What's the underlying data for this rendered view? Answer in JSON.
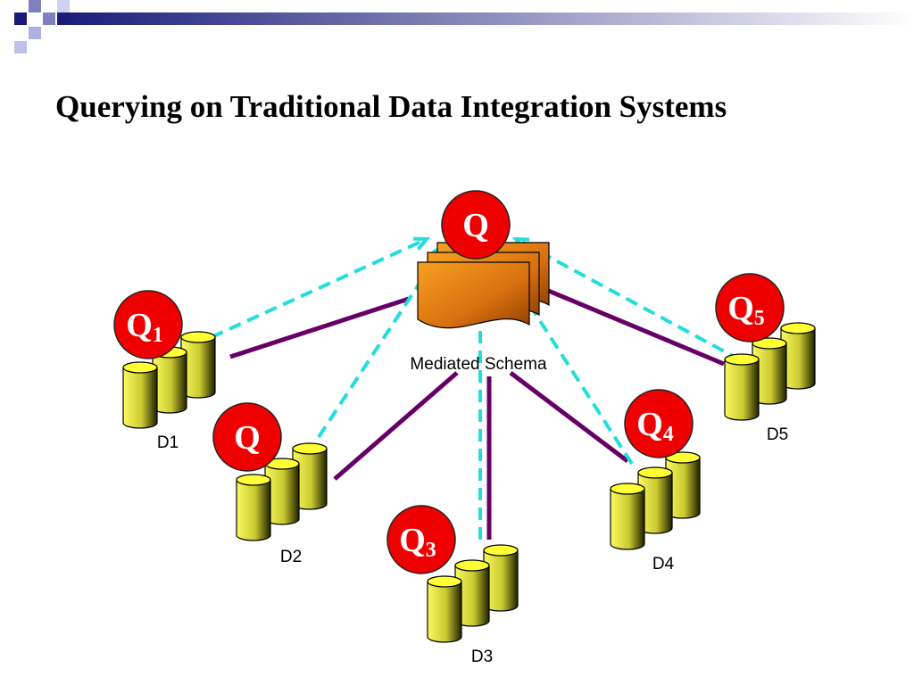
{
  "slide": {
    "title": "Querying on Traditional Data Integration Systems"
  },
  "colors": {
    "header_bar": "#1a1a7a",
    "query_circle": "#ee0000",
    "query_text": "#ffffff",
    "connection_line": "#660066",
    "query_path": "#22dddd",
    "schema_fill": "#e08010",
    "database_fill": "#eaea20"
  },
  "diagram": {
    "mediated_schema": {
      "label": "Mediated Schema",
      "query": {
        "letter": "Q",
        "sub": ""
      }
    },
    "sources": [
      {
        "id": "d1",
        "label": "D1",
        "query": {
          "letter": "Q",
          "sub": "1"
        }
      },
      {
        "id": "d2",
        "label": "D2",
        "query": {
          "letter": "Q",
          "sub": ""
        }
      },
      {
        "id": "d3",
        "label": "D3",
        "query": {
          "letter": "Q",
          "sub": "3"
        }
      },
      {
        "id": "d4",
        "label": "D4",
        "query": {
          "letter": "Q",
          "sub": "4"
        }
      },
      {
        "id": "d5",
        "label": "D5",
        "query": {
          "letter": "Q",
          "sub": "5"
        }
      }
    ]
  }
}
